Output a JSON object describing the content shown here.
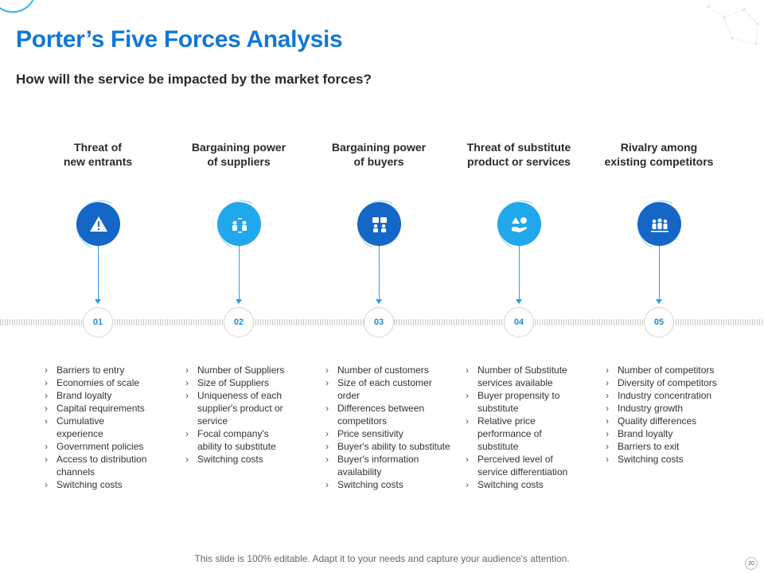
{
  "title": "Porter’s Five Forces Analysis",
  "subtitle": "How will the service be impacted by the market forces?",
  "footer": "This slide is 100% editable. Adapt it to your needs and capture your audience's attention.",
  "page_number": "20",
  "colors": {
    "title": "#1277d8",
    "dark_blue": "#1466c7",
    "light_blue": "#21a7ec",
    "arrow": "#2f9de3"
  },
  "forces": [
    {
      "title_line1": "Threat of",
      "title_line2": "new entrants",
      "number": "01",
      "icon": "warning-icon",
      "items": [
        "Barriers to entry",
        "Economies of scale",
        "Brand loyalty",
        "Capital requirements",
        "Cumulative experience",
        "Government  policies",
        "Access to distribution channels",
        "Switching costs"
      ]
    },
    {
      "title_line1": "Bargaining power",
      "title_line2": "of suppliers",
      "number": "02",
      "icon": "suppliers-icon",
      "items": [
        "Number of Suppliers",
        "Size of Suppliers",
        "Uniqueness of each supplier's product or service",
        "Focal company's ability to substitute",
        "Switching costs"
      ]
    },
    {
      "title_line1": "Bargaining power",
      "title_line2": "of buyers",
      "number": "03",
      "icon": "buyers-icon",
      "items": [
        "Number of customers",
        "Size of each customer order",
        "Differences between competitors",
        "Price sensitivity",
        "Buyer's ability to substitute",
        "Buyer's information availability",
        "Switching costs"
      ]
    },
    {
      "title_line1": "Threat of substitute",
      "title_line2": "product or services",
      "number": "04",
      "icon": "substitute-icon",
      "items": [
        "Number of Substitute services available",
        "Buyer propensity to substitute",
        "Relative  price performance  of substitute",
        "Perceived  level  of service differentiation",
        "Switching costs"
      ]
    },
    {
      "title_line1": "Rivalry among",
      "title_line2": "existing competitors",
      "number": "05",
      "icon": "competitors-icon",
      "items": [
        "Number of competitors",
        "Diversity of competitors",
        "Industry concentration",
        "Industry growth",
        "Quality differences",
        "Brand loyalty",
        "Barriers to exit",
        "Switching costs"
      ]
    }
  ]
}
